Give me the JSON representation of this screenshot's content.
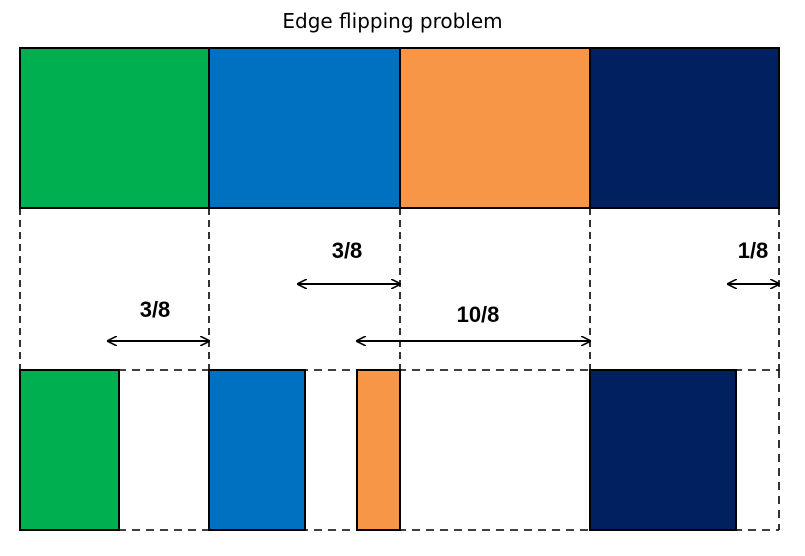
{
  "title": "Edge flipping problem",
  "colors": {
    "green": "#00b050",
    "blue": "#0070c0",
    "orange": "#f79646",
    "navy": "#002060",
    "line": "#000000"
  },
  "top_blocks": [
    {
      "name": "green-block",
      "color": "#00b050"
    },
    {
      "name": "blue-block",
      "color": "#0070c0"
    },
    {
      "name": "orange-block",
      "color": "#f79646"
    },
    {
      "name": "navy-block",
      "color": "#002060"
    }
  ],
  "bottom_blocks": [
    {
      "name": "green-block",
      "color": "#00b050"
    },
    {
      "name": "blue-block",
      "color": "#0070c0"
    },
    {
      "name": "orange-block",
      "color": "#f79646"
    },
    {
      "name": "navy-block",
      "color": "#002060"
    }
  ],
  "offsets": {
    "green": "3/8",
    "blue": "3/8",
    "orange": "10/8",
    "navy": "1/8"
  }
}
